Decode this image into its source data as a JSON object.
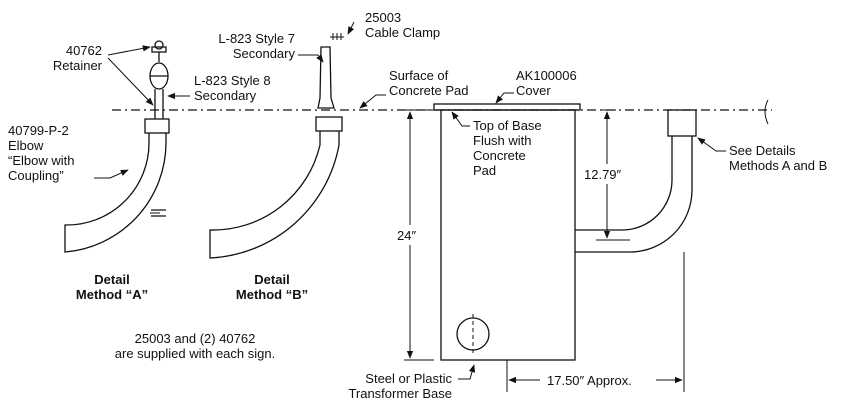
{
  "labels": {
    "cable_clamp_num": "25003",
    "cable_clamp_text": "Cable Clamp",
    "style7_line1": "L-823 Style 7",
    "style7_line2": "Secondary",
    "retainer_num": "40762",
    "retainer_text": "Retainer",
    "style8_line1": "L-823 Style 8",
    "style8_line2": "Secondary",
    "surface_line1": "Surface of",
    "surface_line2": "Concrete Pad",
    "cover_num": "AK100006",
    "cover_text": "Cover",
    "elbow_line1": "40799-P-2",
    "elbow_line2": "Elbow",
    "elbow_line3": "“Elbow with",
    "elbow_line4": "Coupling”",
    "top_line1": "Top of Base",
    "top_line2": "Flush with",
    "top_line3": "Concrete",
    "top_line4": "Pad",
    "dim_12_79": "12.79″",
    "dim_24": "24″",
    "see_line1": "See Details",
    "see_line2": "Methods A and B",
    "detail_a_line1": "Detail",
    "detail_a_line2": "Method “A”",
    "detail_b_line1": "Detail",
    "detail_b_line2": "Method “B”",
    "supplied_line1": "25003 and (2) 40762",
    "supplied_line2": "are supplied with each sign.",
    "base_line1": "Steel or Plastic",
    "base_line2": "Transformer Base",
    "dim_17_50": "17.50″ Approx."
  }
}
